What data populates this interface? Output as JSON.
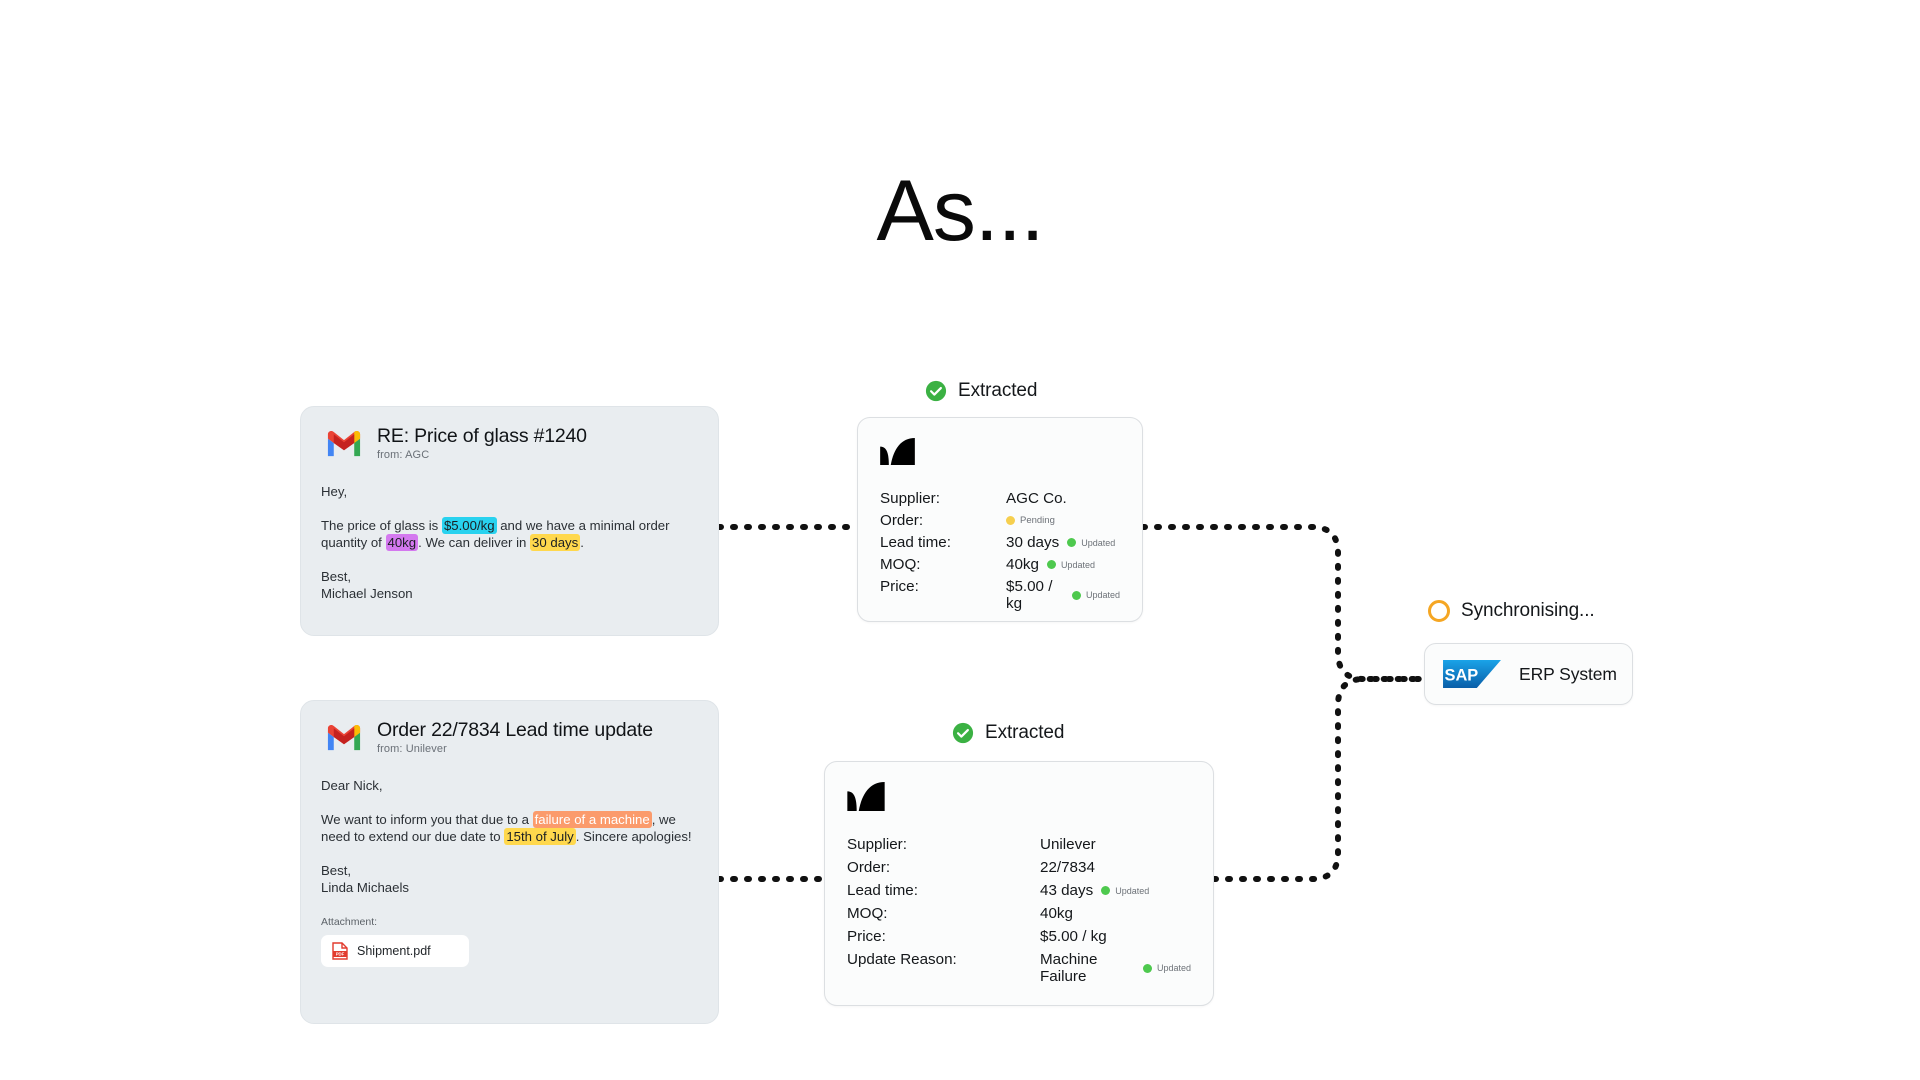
{
  "page": {
    "title": "As..."
  },
  "emails": [
    {
      "icon": "gmail-icon",
      "subject": "RE: Price of glass #1240",
      "from": "from: AGC",
      "greeting": "Hey,",
      "body_parts": {
        "p1_a": "The price of glass is ",
        "hl_price": "$5.00/kg",
        "p1_b": " and we have a minimal order quantity of ",
        "hl_moq": "40kg",
        "p1_c": ". We can deliver in ",
        "hl_lead": "30 days",
        "p1_d": "."
      },
      "signoff": "Best,",
      "sender_name": "Michael Jenson"
    },
    {
      "icon": "gmail-icon",
      "subject": "Order 22/7834 Lead time update",
      "from": "from: Unilever",
      "greeting": "Dear Nick,",
      "body_parts": {
        "p1_a": "We want to inform you that due to a ",
        "hl_reason": "failure of a machine",
        "p1_b": ", we need to extend our due date to ",
        "hl_date": "15th of July",
        "p1_c": ". Sincere apologies!"
      },
      "signoff": "Best,",
      "sender_name": "Linda Michaels",
      "attachment_label": "Attachment:",
      "attachment_name": "Shipment.pdf",
      "attachment_icon": "pdf-file-icon"
    }
  ],
  "statuses": {
    "extracted_1": "Extracted",
    "extracted_2": "Extracted",
    "synchronising": "Synchronising..."
  },
  "extracted_cards": [
    {
      "logo": "supplier-mark-icon",
      "rows": [
        {
          "key": "Supplier:",
          "value": "AGC Co.",
          "tag": ""
        },
        {
          "key": "Order:",
          "value": "",
          "tag": "Pending",
          "tag_dot": "amber"
        },
        {
          "key": "Lead time:",
          "value": "30 days",
          "tag": "Updated",
          "tag_dot": "green"
        },
        {
          "key": "MOQ:",
          "value": "40kg",
          "tag": "Updated",
          "tag_dot": "green"
        },
        {
          "key": "Price:",
          "value": "$5.00 / kg",
          "tag": "Updated",
          "tag_dot": "green"
        }
      ]
    },
    {
      "logo": "supplier-mark-icon",
      "rows": [
        {
          "key": "Supplier:",
          "value": "Unilever",
          "tag": ""
        },
        {
          "key": "Order:",
          "value": "22/7834",
          "tag": ""
        },
        {
          "key": "Lead time:",
          "value": "43 days",
          "tag": "Updated",
          "tag_dot": "green"
        },
        {
          "key": "MOQ:",
          "value": "40kg",
          "tag": ""
        },
        {
          "key": "Price:",
          "value": "$5.00 / kg",
          "tag": ""
        },
        {
          "key": "Update Reason:",
          "value": "Machine Failure",
          "tag": "Updated",
          "tag_dot": "green"
        }
      ]
    }
  ],
  "erp": {
    "logo": "sap-logo-icon",
    "label": "ERP System"
  },
  "colors": {
    "accent_green": "#4ec94e",
    "accent_amber": "#f5a623",
    "sap_blue": "#0f7dc2",
    "highlight_cyan": "#28d2ef",
    "highlight_purple": "#d479ef",
    "highlight_yellow": "#ffd84d",
    "highlight_orange": "#fb9b6c",
    "email_card_bg": "#e9edf0"
  }
}
